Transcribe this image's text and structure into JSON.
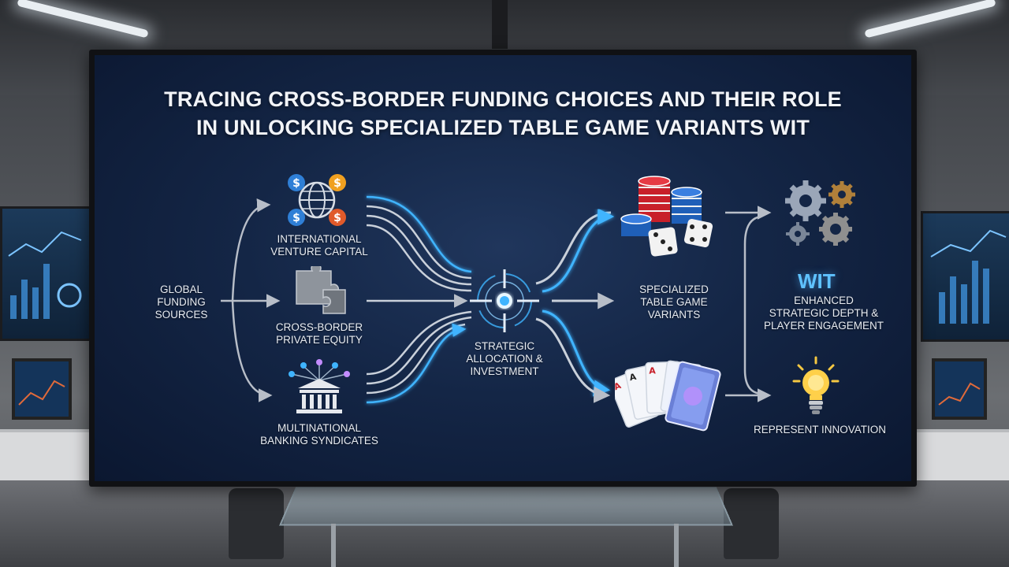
{
  "title": {
    "line1": "TRACING CROSS-BORDER FUNDING CHOICES AND THEIR ROLE",
    "line2": "IN UNLOCKING SPECIALIZED TABLE GAME VARIANTS WIT"
  },
  "nodes": {
    "global_funding": "GLOBAL\nFUNDING\nSOURCES",
    "venture_capital": "INTERNATIONAL\nVENTURE CAPITAL",
    "private_equity": "CROSS-BORDER\nPRIVATE EQUITY",
    "banking": "MULTINATIONAL\nBANKING SYNDICATES",
    "strategic": "STRATEGIC\nALLOCATION &\nINVESTMENT",
    "variants": "SPECIALIZED\nTABLE GAME\nVARIANTS",
    "wit": "WIT",
    "enhanced": "ENHANCED\nSTRATEGIC DEPTH &\nPLAYER ENGAGEMENT",
    "innovation": "REPRESENT INNOVATION"
  },
  "icons": {
    "venture_capital": "globe-dollar-icon",
    "private_equity": "puzzle-icon",
    "banking": "bank-network-icon",
    "strategic": "target-crosshair-icon",
    "chips": "poker-chips-dice-icon",
    "cards": "playing-cards-icon",
    "gears": "gears-icon",
    "bulb": "lightbulb-icon"
  },
  "colors": {
    "accent": "#3fb4ff",
    "screen_bg": "#142646",
    "text": "#e8ecf2",
    "arrow_gray": "#b8bec8"
  }
}
